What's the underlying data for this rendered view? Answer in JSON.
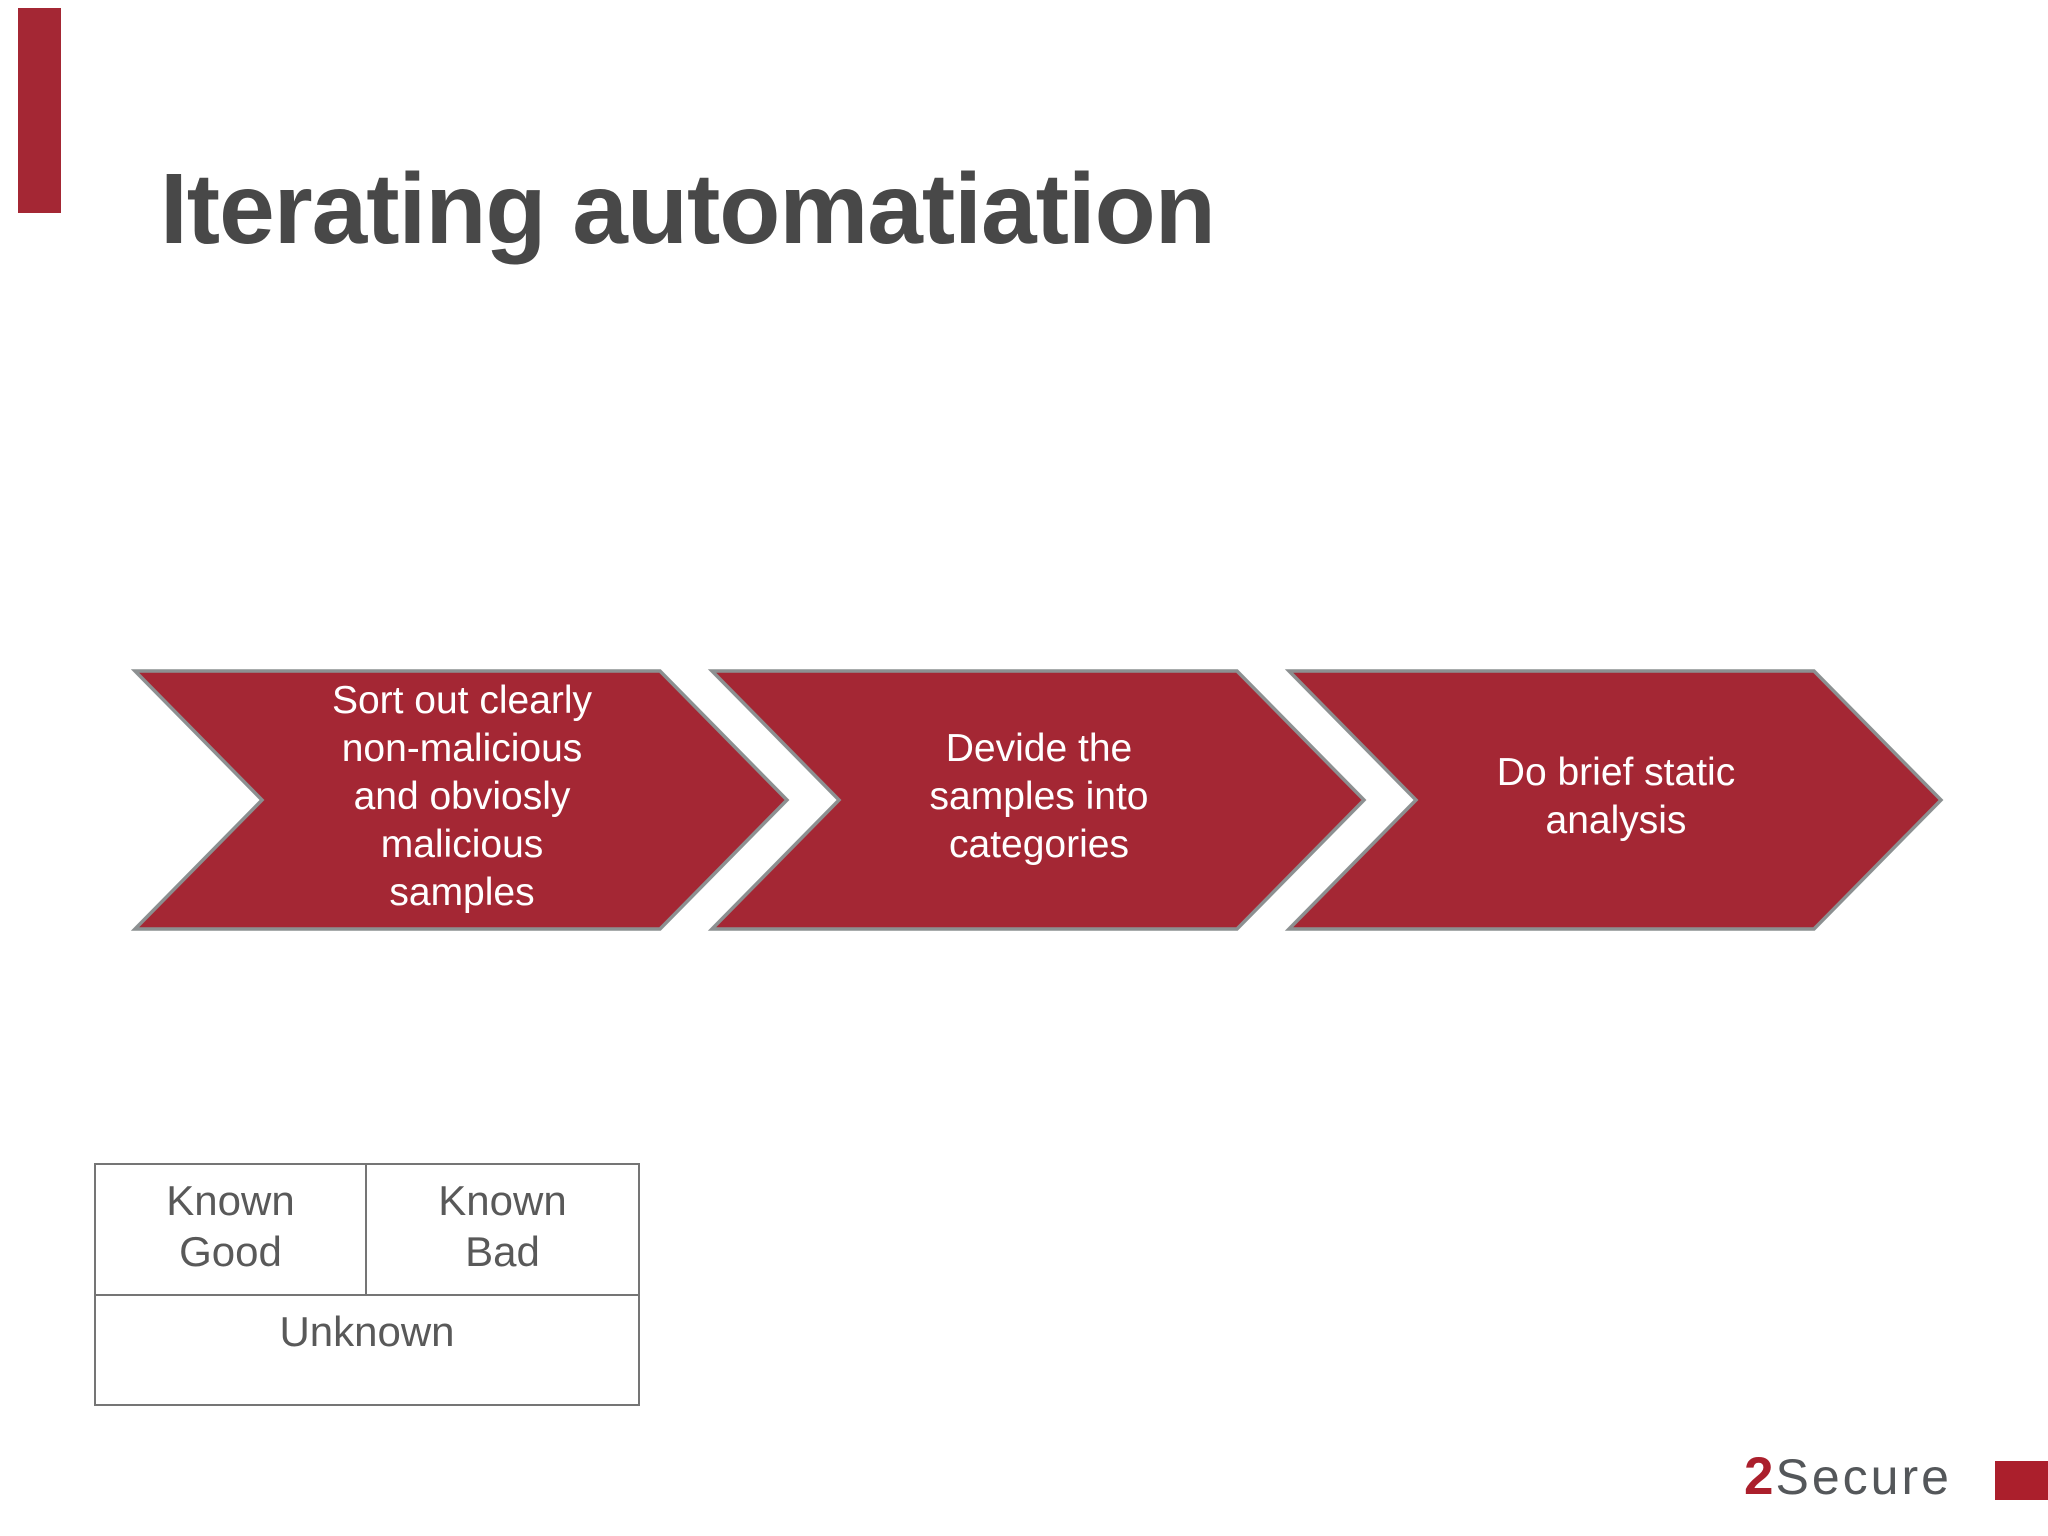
{
  "colors": {
    "accent-red": "#a42734",
    "arrow-fill": "#a42734",
    "arrow-border": "#8c9091",
    "arrow-text": "#ffffff",
    "title-color": "#484848",
    "table-border": "#757575",
    "table-text": "#595959",
    "logo-red": "#ab1f2c",
    "logo-gray": "#54575a",
    "background": "#ffffff"
  },
  "slide": {
    "title": "Iterating automatiation"
  },
  "process": {
    "steps": [
      {
        "label": "Sort out clearly\nnon-malicious\nand obviosly\nmalicious\nsamples"
      },
      {
        "label": "Devide the\nsamples into\ncategories"
      },
      {
        "label": "Do brief static\nanalysis"
      }
    ]
  },
  "classification_table": {
    "row1": {
      "cell1": "Known\nGood",
      "cell2": "Known\nBad"
    },
    "row2": {
      "cell1": "Unknown"
    }
  },
  "logo": {
    "prefix": "2",
    "name": "Secure"
  }
}
